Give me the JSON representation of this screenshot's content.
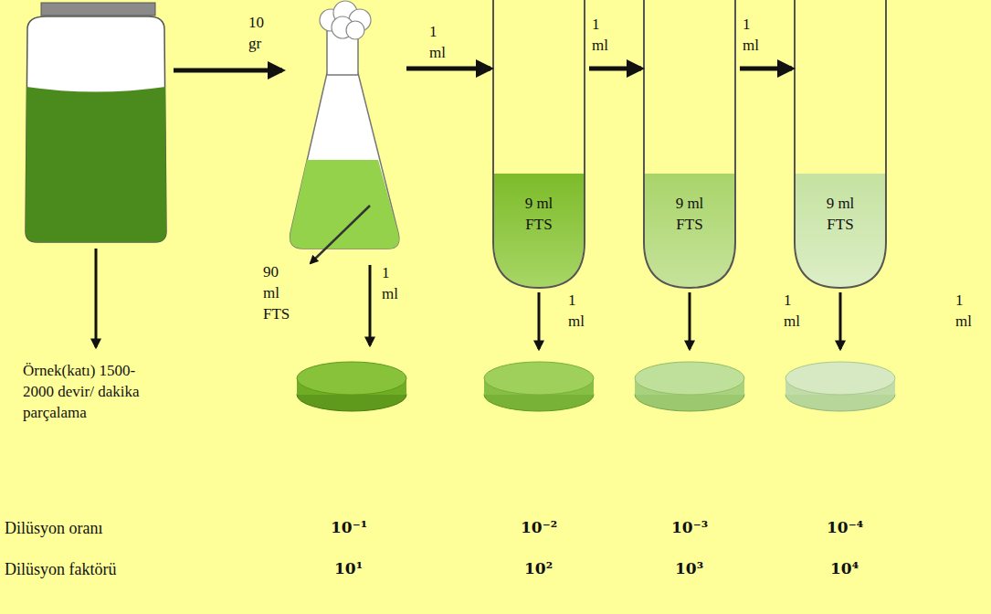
{
  "diagram": {
    "nodes": [
      {
        "text": [
          "Örnek(katı) 1500-2000 devir/ dakika parçalama"
        ]
      },
      {
        "text": [
          "90 ml FTS"
        ]
      },
      {
        "text": [
          "9 ml FTS"
        ]
      },
      {
        "text": [
          "9 ml FTS"
        ]
      },
      {
        "text": [
          "9 ml FTS"
        ]
      }
    ],
    "edges": [
      {
        "from": 0,
        "to": 1,
        "arrow": "to",
        "label": "10 gr"
      },
      {
        "from": 1,
        "to": 2,
        "arrow": "to",
        "label": "1 ml"
      },
      {
        "from": 2,
        "to": 3,
        "arrow": "to",
        "label": "1 ml"
      },
      {
        "from": 3,
        "to": 4,
        "arrow": "to",
        "label": "1 ml"
      }
    ],
    "labels": [
      "1 ml",
      "1 ml",
      "1 ml",
      "1 ml",
      "Dilüsyon oranı",
      "10⁻¹",
      "10⁻²",
      "10⁻³",
      "10⁻⁴",
      "Dilüsyon faktörü",
      "10¹",
      "10²",
      "10³",
      "10⁴"
    ]
  }
}
